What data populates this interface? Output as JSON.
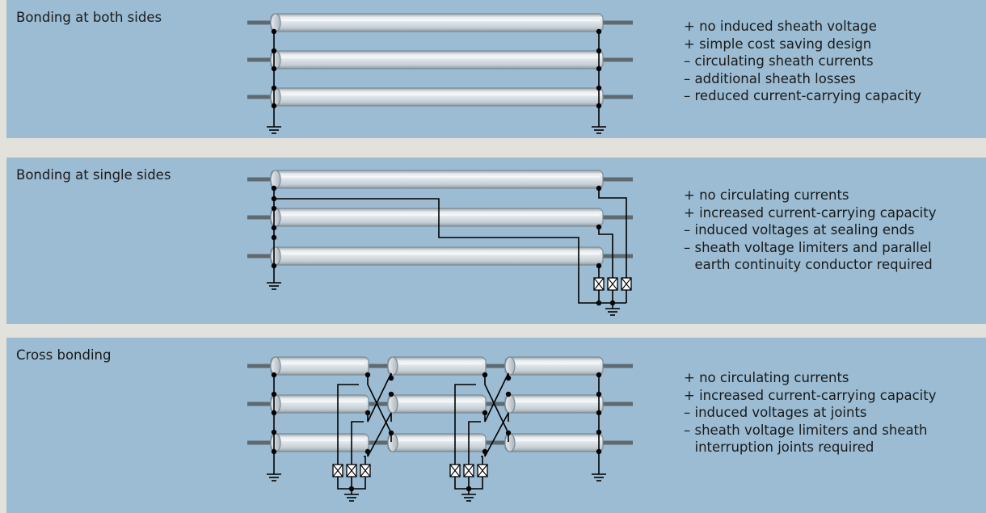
{
  "figure": {
    "colors": {
      "page_background": "#e3e1dc",
      "panel_background": "#9bbcd3",
      "cable_body": "#d6dde2",
      "cable_outline": "#7b8a94",
      "conductor_stub": "#5f6a70",
      "wiring": "#000000"
    },
    "components": {
      "earth_icon": "ground-symbol-icon",
      "limiter_icon": "sheath-voltage-limiter-icon",
      "node_icon": "junction-dot-icon"
    },
    "panels": [
      {
        "title": "Bonding at both sides",
        "scheme": "both-sides",
        "points": [
          {
            "sign": "+",
            "text": "no induced sheath voltage"
          },
          {
            "sign": "+",
            "text": "simple cost saving design"
          },
          {
            "sign": "–",
            "text": "circulating sheath currents"
          },
          {
            "sign": "–",
            "text": "additional sheath losses"
          },
          {
            "sign": "–",
            "text": "reduced current-carrying capacity"
          }
        ]
      },
      {
        "title": "Bonding at single sides",
        "scheme": "single-side",
        "points": [
          {
            "sign": "+",
            "text": "no circulating currents"
          },
          {
            "sign": "+",
            "text": "increased current-carrying capacity"
          },
          {
            "sign": "–",
            "text": "induced voltages at sealing ends"
          },
          {
            "sign": "–",
            "text": "sheath voltage limiters and parallel\nearth continuity conductor required"
          }
        ]
      },
      {
        "title": "Cross bonding",
        "scheme": "cross-bonding",
        "points": [
          {
            "sign": "+",
            "text": "no circulating currents"
          },
          {
            "sign": "+",
            "text": "increased current-carrying capacity"
          },
          {
            "sign": "–",
            "text": "induced voltages at joints"
          },
          {
            "sign": "–",
            "text": "sheath voltage limiters and sheath\ninterruption joints required"
          }
        ]
      }
    ]
  }
}
